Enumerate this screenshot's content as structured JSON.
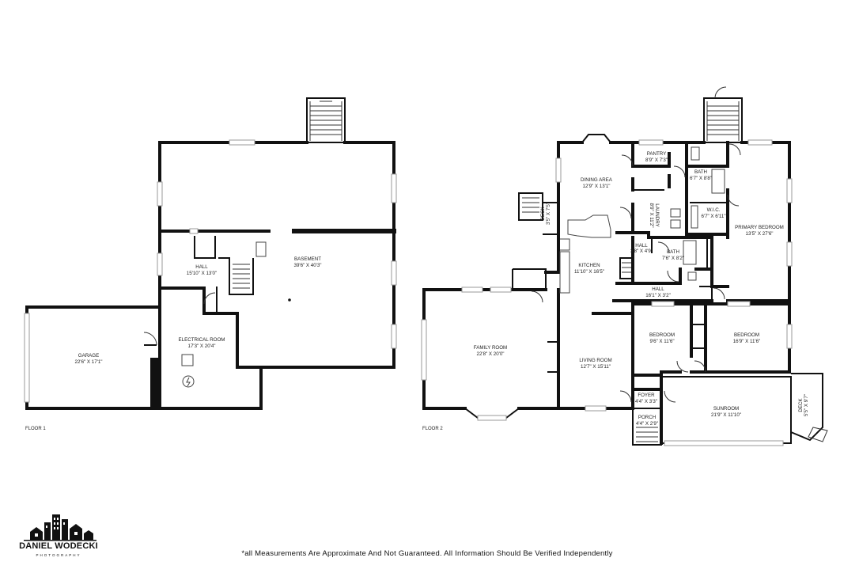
{
  "floors": [
    {
      "label": "FLOOR 1",
      "rooms": [
        {
          "id": "garage",
          "name": "GARAGE",
          "dims": "22'6\" X 17'1\""
        },
        {
          "id": "hall-f1",
          "name": "HALL",
          "dims": "15'10\" X 13'0\""
        },
        {
          "id": "basement",
          "name": "BASEMENT",
          "dims": "39'6\" X 40'3\""
        },
        {
          "id": "electrical-room",
          "name": "ELECTRICAL ROOM",
          "dims": "17'3\" X 20'4\""
        }
      ]
    },
    {
      "label": "FLOOR 2",
      "rooms": [
        {
          "id": "pantry",
          "name": "PANTRY",
          "dims": "8'9\" X 7'3\""
        },
        {
          "id": "dining-area",
          "name": "DINING AREA",
          "dims": "12'9\" X 13'1\""
        },
        {
          "id": "bath-1",
          "name": "BATH",
          "dims": "6'7\" X 8'8\""
        },
        {
          "id": "deck-1",
          "name": "DECK",
          "dims": "3'5\" X 7'5\""
        },
        {
          "id": "laundry",
          "name": "LAUNDRY",
          "dims": "8'9\" X 11'2\""
        },
        {
          "id": "wic",
          "name": "W.I.C.",
          "dims": "6'7\" X 6'11\""
        },
        {
          "id": "primary-bedroom",
          "name": "PRIMARY BEDROOM",
          "dims": "13'5\" X 27'6\""
        },
        {
          "id": "hall-small",
          "name": "HALL",
          "dims": "3'8\" X 4'9\""
        },
        {
          "id": "bath-2",
          "name": "BATH",
          "dims": "7'6\" X 8'2\""
        },
        {
          "id": "kitchen",
          "name": "KITCHEN",
          "dims": "11'10\" X 16'5\""
        },
        {
          "id": "hall-long",
          "name": "HALL",
          "dims": "16'1\" X 3'2\""
        },
        {
          "id": "family-room",
          "name": "FAMILY ROOM",
          "dims": "22'8\" X 20'0\""
        },
        {
          "id": "bedroom-1",
          "name": "BEDROOM",
          "dims": "9'6\" X 11'6\""
        },
        {
          "id": "bedroom-2",
          "name": "BEDROOM",
          "dims": "16'9\" X 11'6\""
        },
        {
          "id": "living-room",
          "name": "LIVING ROOM",
          "dims": "12'7\" X 15'11\""
        },
        {
          "id": "foyer",
          "name": "FOYER",
          "dims": "4'4\" X 3'3\""
        },
        {
          "id": "sunroom",
          "name": "SUNROOM",
          "dims": "21'9\" X 11'10\""
        },
        {
          "id": "porch",
          "name": "PORCH",
          "dims": "4'4\" X 2'9\""
        },
        {
          "id": "deck-2",
          "name": "DECK",
          "dims": "5'5\" X 9'7\""
        }
      ]
    }
  ],
  "disclaimer": "*all Measurements Are Approximate And Not Guaranteed. All Information Should Be Verified Independently",
  "logo": {
    "name": "DANIEL WODECKI",
    "subtitle": "PHOTOGRAPHY"
  },
  "colors": {
    "wall": "#111111",
    "window": "#9a9a9a",
    "background": "#ffffff"
  }
}
